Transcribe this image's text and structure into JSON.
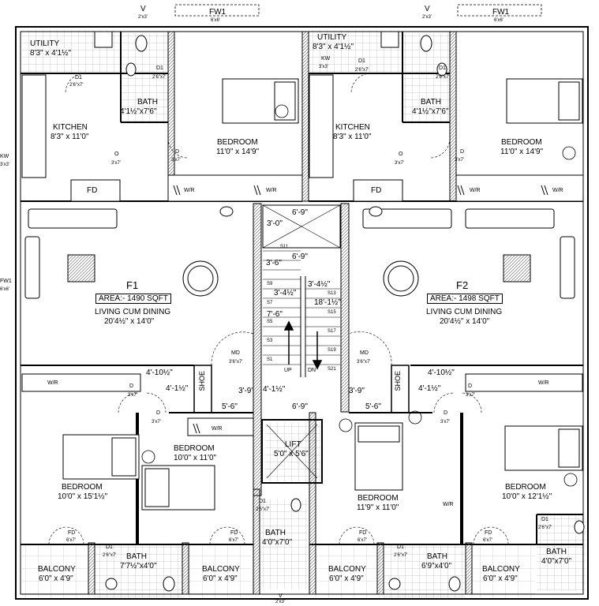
{
  "top_labels": {
    "v_left": "V",
    "v_left_size": "2'x3'",
    "fw1_left": "FW1",
    "fw1_left_size": "6'x6'",
    "v_right": "V",
    "v_right_size": "2'x3'",
    "fw1_right": "FW1",
    "fw1_right_size": "6'x6'"
  },
  "side_labels": {
    "kw_left": "KW",
    "kw_left_size": "3'x3'",
    "fw1_left_side": "FW1",
    "fw1_left_side_size": "6'x6'"
  },
  "flat1": {
    "tag": "F1",
    "area": "AREA:- 1490 SQFT",
    "utility": {
      "name": "UTILITY",
      "size": "8'3\" x 4'1½\""
    },
    "d1_top": {
      "name": "D1",
      "size": "2'6\"x7'"
    },
    "d1_bath": {
      "name": "D1",
      "size": "2'6\"x7'"
    },
    "bath_top": {
      "name": "BATH",
      "size": "4'1½\"x7'6\""
    },
    "kitchen": {
      "name": "KITCHEN",
      "size": "8'3\" x 11'0\""
    },
    "o_opening": {
      "name": "O",
      "size": "3'x7'"
    },
    "fd_kitchen": "FD",
    "bedroom_top": {
      "name": "BEDROOM",
      "size": "11'0\" x 14'9\""
    },
    "d_bedroom_top": {
      "name": "D",
      "size": "3'x7'"
    },
    "wr_top_1": "W/R",
    "wr_top_2": "W/R",
    "living": {
      "name": "LIVING CUM DINING",
      "size": "20'4½\" x 14'0\""
    },
    "md": {
      "name": "MD",
      "size": "3'6\"x7'"
    },
    "shoe": "SHOE",
    "wr_mid": "W/R",
    "wr_mid_2": "W/R",
    "d_mid_1": {
      "name": "D",
      "size": "3'x7'"
    },
    "d_mid_2": {
      "name": "D",
      "size": "3'x7'"
    },
    "bedroom_bl": {
      "name": "BEDROOM",
      "size": "10'0\" x 15'1½\""
    },
    "bedroom_bm": {
      "name": "BEDROOM",
      "size": "10'0\" x 11'0\""
    },
    "fd_bl": {
      "name": "FD",
      "size": "6'x7'"
    },
    "fd_bm": {
      "name": "FD",
      "size": "6'x7'"
    },
    "balcony_l": {
      "name": "BALCONY",
      "size": "6'0\" x 4'9\""
    },
    "balcony_m": {
      "name": "BALCONY",
      "size": "6'0\" x 4'9\""
    },
    "d1_bottom": {
      "name": "D1",
      "size": "2'6\"x7'"
    },
    "bath_bottom": {
      "name": "BATH",
      "size": "7'7½\"x4'0\""
    },
    "dim_4_10": "4'-10½\"",
    "dim_4_1": "4'-1½\"",
    "dim_3_9": "3'-9\"",
    "dim_5_6": "5'-6\""
  },
  "core": {
    "dim_6_9_top": "6'-9\"",
    "dim_3_0": "3'-0\"",
    "dim_6_9_mid": "6'-9\"",
    "dim_3_6": "3'-6\"",
    "dim_3_4_left": "3'-4½\"",
    "dim_3_4_right": "3'-4½\"",
    "dim_18_1": "18'-1½\"",
    "dim_7_6": "7'-6\"",
    "dim_4_1_core": "4'-1½\"",
    "dim_6_9_low": "6'-9\"",
    "steps_left": [
      "S11",
      "S9",
      "S7",
      "S5",
      "S3",
      "S1"
    ],
    "steps_right": [
      "S13",
      "S15",
      "S17",
      "S19",
      "S21"
    ],
    "up": "UP",
    "dn": "DN",
    "lift": {
      "name": "LIFT",
      "size": "5'0\" x 5'6\""
    },
    "d1_core": {
      "name": "D1",
      "size": "2'6\"x7'"
    },
    "bath_core": {
      "name": "BATH",
      "size": "4'0\"x7'0\""
    },
    "v_bottom": "V",
    "v_bottom_size": "2'x3'"
  },
  "flat2": {
    "tag": "F2",
    "area": "AREA:- 1498 SQFT",
    "utility": {
      "name": "UTILITY",
      "size": "8'3\" x 4'1½\""
    },
    "kw": {
      "name": "KW",
      "size": "3'x3'"
    },
    "d1_top": {
      "name": "D1",
      "size": "2'6\"x7'"
    },
    "d1_bath": {
      "name": "D1",
      "size": "2'6\"x7'"
    },
    "bath_top": {
      "name": "BATH",
      "size": "4'1½\"x7'6\""
    },
    "kitchen": {
      "name": "KITCHEN",
      "size": "8'3\" x 11'0\""
    },
    "o_opening": {
      "name": "O",
      "size": "3'x7'"
    },
    "fd_kitchen": "FD",
    "bedroom_top": {
      "name": "BEDROOM",
      "size": "11'0\" x 14'9\""
    },
    "d_bedroom_top": {
      "name": "D",
      "size": "3'x7'"
    },
    "wr_top_1": "W/R",
    "wr_top_2": "W/R",
    "living": {
      "name": "LIVING CUM DINING",
      "size": "20'4½\" x 14'0\""
    },
    "md": {
      "name": "MD",
      "size": "3'6\"x7'"
    },
    "shoe": "SHOE",
    "wr_mid": "W/R",
    "wr_side": "W/R",
    "d_mid_1": {
      "name": "D",
      "size": "3'x7'"
    },
    "d_mid_2": {
      "name": "D",
      "size": "3'x7'"
    },
    "bedroom_bm": {
      "name": "BEDROOM",
      "size": "11'9\" x 11'0\""
    },
    "bedroom_br": {
      "name": "BEDROOM",
      "size": "10'0\" x 12'1½\""
    },
    "fd_bm": {
      "name": "FD",
      "size": "6'x7'"
    },
    "fd_br": {
      "name": "FD",
      "size": "6'x7'"
    },
    "balcony_m": {
      "name": "BALCONY",
      "size": "6'0\" x 4'9\""
    },
    "balcony_r": {
      "name": "BALCONY",
      "size": "6'0\" x 4'9\""
    },
    "d1_bottom": {
      "name": "D1",
      "size": "2'6\"x7'"
    },
    "bath_bottom": {
      "name": "BATH",
      "size": "6'9\"x4'0\""
    },
    "d1_br": {
      "name": "D1",
      "size": "2'6\"x7'"
    },
    "bath_br": {
      "name": "BATH",
      "size": "4'0\"x7'0\""
    },
    "dim_4_10": "4'-10½\"",
    "dim_4_1": "4'-1½\"",
    "dim_3_9": "3'-9\"",
    "dim_5_6": "5'-6\""
  }
}
